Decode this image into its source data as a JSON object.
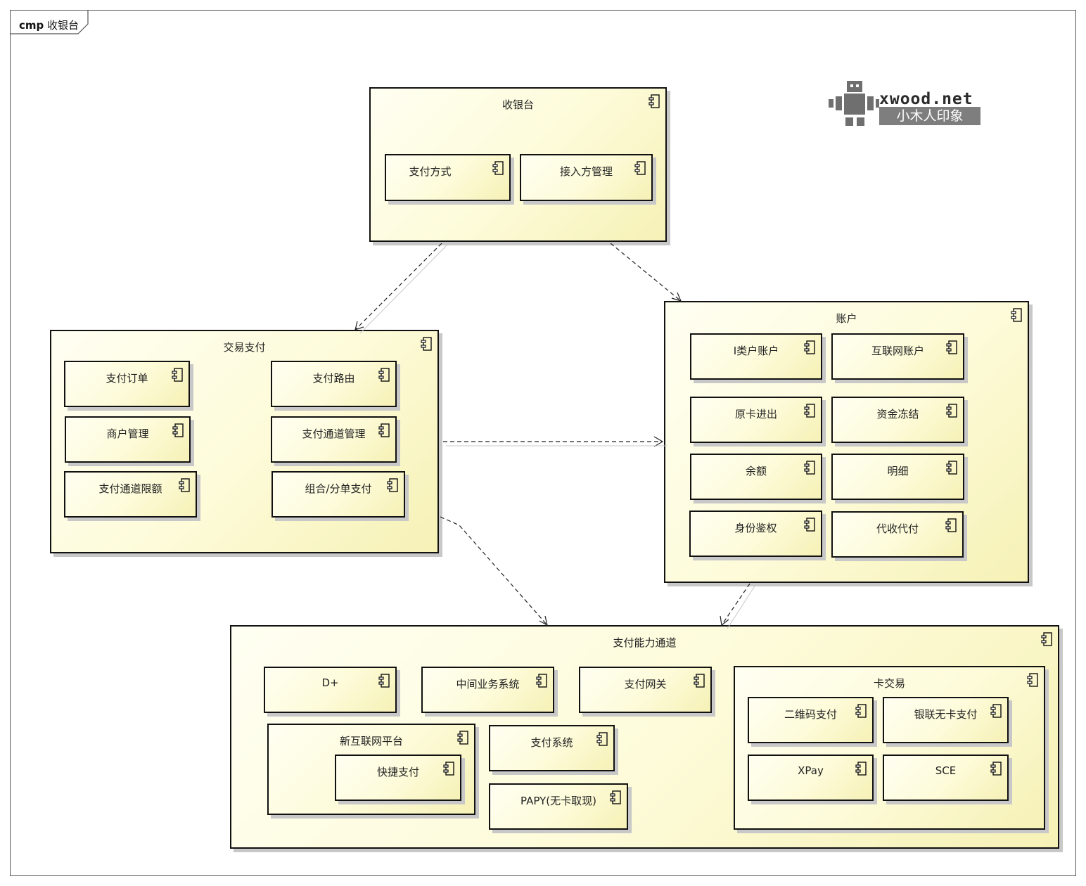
{
  "frame": {
    "keyword": "cmp",
    "name": "收银台"
  },
  "logo": {
    "brand": "xwood.net",
    "tagline": "小木人印象"
  },
  "components": {
    "cashier": {
      "title": "收银台",
      "children": {
        "pay_method": "支付方式",
        "access_mgmt": "接入方管理"
      }
    },
    "trade": {
      "title": "交易支付",
      "children": {
        "pay_order": "支付订单",
        "pay_route": "支付路由",
        "merchant_mgmt": "商户管理",
        "channel_mgmt": "支付通道管理",
        "channel_limit": "支付通道限额",
        "combo_pay": "组合/分单支付"
      }
    },
    "account": {
      "title": "账户",
      "children": {
        "class1": "I类户账户",
        "internet": "互联网账户",
        "card_io": "原卡进出",
        "freeze": "资金冻结",
        "balance": "余额",
        "detail": "明细",
        "identity": "身份鉴权",
        "collect": "代收代付"
      }
    },
    "capability": {
      "title": "支付能力通道",
      "children": {
        "dplus": "D+",
        "middle": "中间业务系统",
        "gateway": "支付网关",
        "new_internet": "新互联网平台",
        "quick_pay": "快捷支付",
        "pay_system": "支付系统",
        "papy": "PAPY(无卡取现)",
        "card_trade": "卡交易",
        "qr_pay": "二维码支付",
        "unionpay": "银联无卡支付",
        "xpay": "XPay",
        "sce": "SCE"
      }
    }
  },
  "dependencies": [
    {
      "from": "收银台",
      "to": "交易支付"
    },
    {
      "from": "收银台",
      "to": "账户"
    },
    {
      "from": "交易支付",
      "to": "账户"
    },
    {
      "from": "交易支付",
      "to": "支付能力通道"
    },
    {
      "from": "账户",
      "to": "支付能力通道"
    }
  ]
}
